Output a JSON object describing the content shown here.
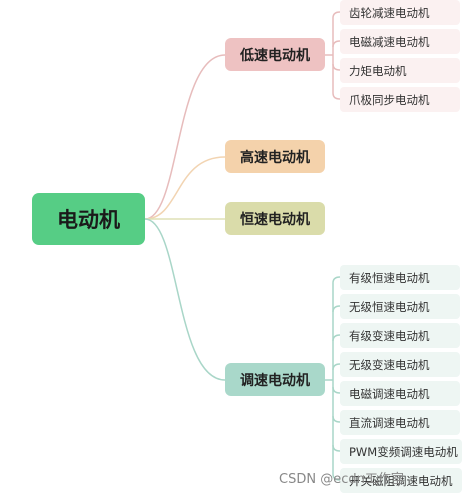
{
  "root": {
    "label": "电动机",
    "color": "#56cd85"
  },
  "branches": [
    {
      "label": "低速电动机",
      "color": "#eec2c2",
      "line": "#e7bcbc",
      "children": [
        "齿轮减速电动机",
        "电磁减速电动机",
        "力矩电动机",
        "爪极同步电动机"
      ]
    },
    {
      "label": "高速电动机",
      "color": "#f4d2ab",
      "line": "#f2d4b2",
      "children": []
    },
    {
      "label": "恒速电动机",
      "color": "#dadcaa",
      "line": "#dfe1b5",
      "children": []
    },
    {
      "label": "调速电动机",
      "color": "#a9d8ca",
      "line": "#a9d6c8",
      "children": [
        "有级恒速电动机",
        "无级恒速电动机",
        "有级变速电动机",
        "无级变速电动机",
        "电磁调速电动机",
        "直流调速电动机",
        "PWM变频调速电动机",
        "开关磁阻调速电动机"
      ]
    }
  ],
  "watermark": "CSDN @ecdn工作室"
}
